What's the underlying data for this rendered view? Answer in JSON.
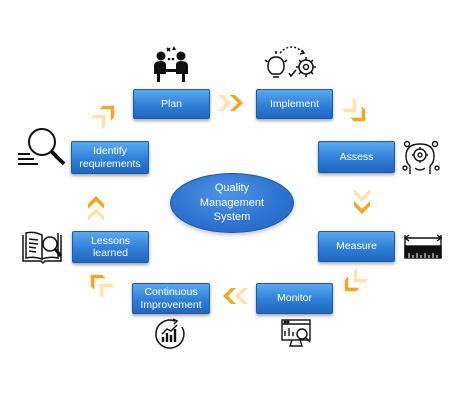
{
  "center": {
    "label": "Quality\nManagement\nSystem"
  },
  "steps": [
    {
      "id": "plan",
      "label": "Plan",
      "icon": "team-meeting-icon"
    },
    {
      "id": "implement",
      "label": "Implement",
      "icon": "idea-gear-icon"
    },
    {
      "id": "assess",
      "label": "Assess",
      "icon": "analysis-head-icon"
    },
    {
      "id": "measure",
      "label": "Measure",
      "icon": "ruler-icon"
    },
    {
      "id": "monitor",
      "label": "Monitor",
      "icon": "monitor-chart-icon"
    },
    {
      "id": "continuous-improvement",
      "label": "Continuous\nImprovement",
      "icon": "growth-chart-icon"
    },
    {
      "id": "lessons-learned",
      "label": "Lessons\nlearned",
      "icon": "book-magnifier-icon"
    },
    {
      "id": "identify-requirements",
      "label": "Identify\nrequirements",
      "icon": "magnifier-icon"
    }
  ],
  "colors": {
    "box": "#2f7fd8",
    "center": "#2f74d2",
    "arrow_light": "#fde3b0",
    "arrow_dark": "#f5a623",
    "icon": "#111111"
  }
}
